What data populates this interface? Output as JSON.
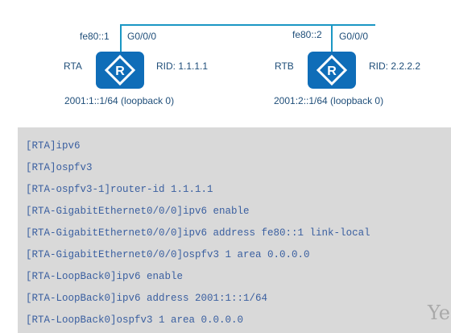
{
  "topology": {
    "rta": {
      "name": "RTA",
      "link_local": "fe80::1",
      "interface": "G0/0/0",
      "router_id": "RID: 1.1.1.1",
      "loopback": "2001:1::1/64 (loopback 0)"
    },
    "rtb": {
      "name": "RTB",
      "link_local": "fe80::2",
      "interface": "G0/0/0",
      "router_id": "RID: 2.2.2.2",
      "loopback": "2001:2::1/64 (loopback 0)"
    },
    "colors": {
      "link": "#1a97c4",
      "router": "#0f6db8",
      "label_text": "#1f4e79"
    },
    "router_icon": "router-icon"
  },
  "config": {
    "background": "#d9d9d9",
    "text_color": "#3a5fa0",
    "lines": [
      "[RTA]ipv6",
      "[RTA]ospfv3",
      "[RTA-ospfv3-1]router-id 1.1.1.1",
      "[RTA-GigabitEthernet0/0/0]ipv6 enable",
      "[RTA-GigabitEthernet0/0/0]ipv6 address fe80::1 link-local",
      "[RTA-GigabitEthernet0/0/0]ospfv3 1 area 0.0.0.0",
      "[RTA-LoopBack0]ipv6 enable",
      "[RTA-LoopBack0]ipv6 address 2001:1::1/64",
      "[RTA-LoopBack0]ospfv3 1 area 0.0.0.0"
    ]
  },
  "watermark": "Ye"
}
